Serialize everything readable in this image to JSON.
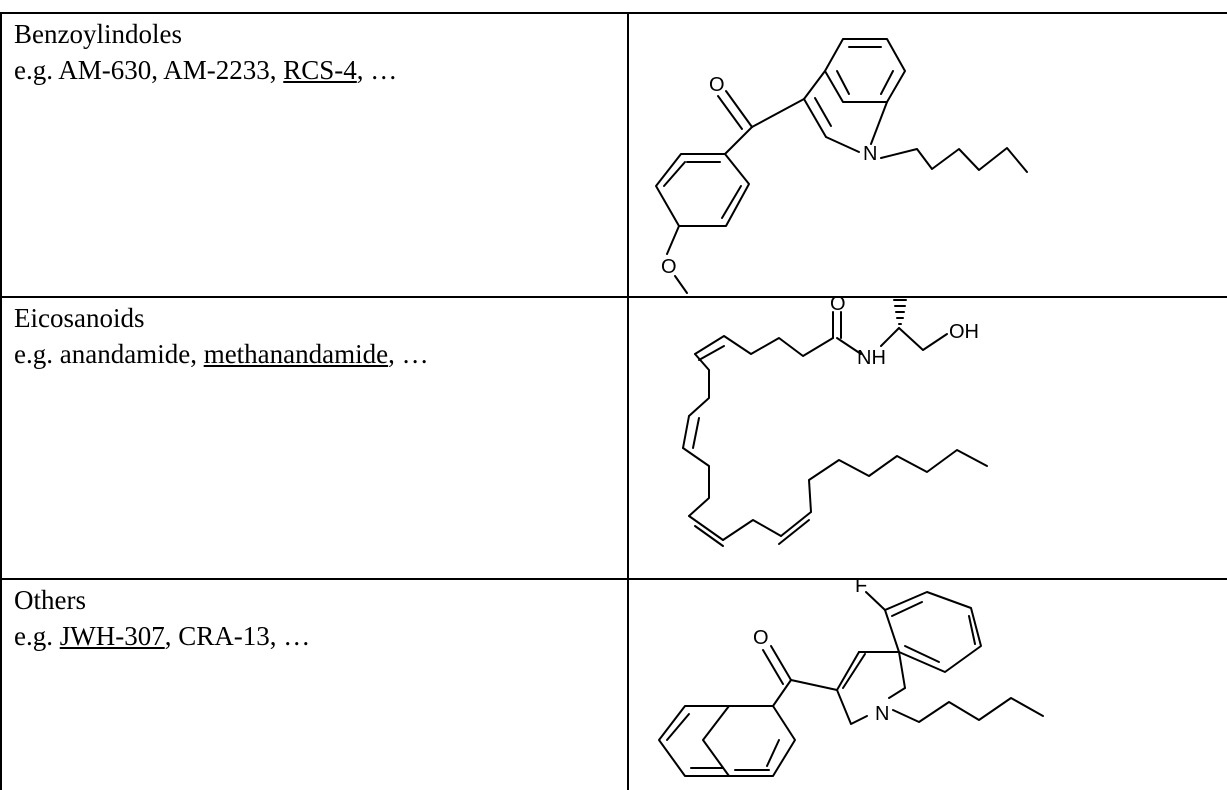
{
  "rows": [
    {
      "class_name": "Benzoylindoles",
      "prefix": "e.g. ",
      "ex1": "AM-630",
      "sep1": ", ",
      "ex2": "AM-2233",
      "sep2": ", ",
      "ex3": "RCS-4",
      "suffix": ", …",
      "underlined": "RCS-4",
      "atoms": {
        "o1": "O",
        "n": "N",
        "o2": "O"
      }
    },
    {
      "class_name": "Eicosanoids",
      "prefix": "e.g. ",
      "ex1": "anandamide",
      "sep1": ", ",
      "ex2": "methanandamide",
      "suffix": ", …",
      "underlined": "methanandamide",
      "atoms": {
        "o": "O",
        "nh": "NH",
        "oh": "OH"
      }
    },
    {
      "class_name": "Others",
      "prefix": "e.g. ",
      "ex1": "JWH-307",
      "sep1": ", ",
      "ex2": "CRA-13",
      "suffix": ", …",
      "underlined": "JWH-307",
      "atoms": {
        "f": "F",
        "o": "O",
        "n": "N"
      }
    }
  ]
}
